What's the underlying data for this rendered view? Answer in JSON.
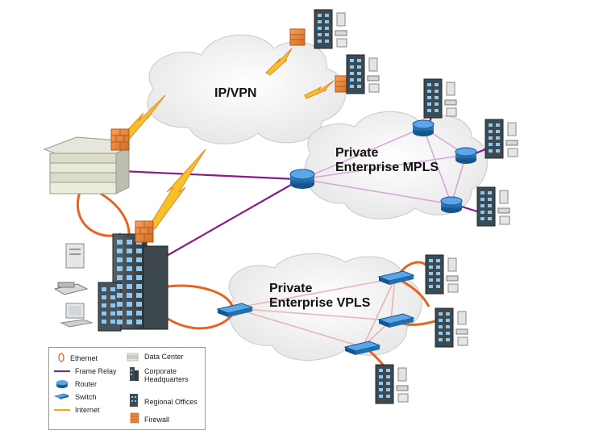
{
  "clouds": {
    "ipvpn": "IP/VPN",
    "mpls_line1": "Private",
    "mpls_line2": "Enterprise MPLS",
    "vpls_line1": "Private",
    "vpls_line2": "Enterprise VPLS"
  },
  "legend": {
    "ethernet": "Ethernet",
    "frame_relay": "Frame Relay",
    "router": "Router",
    "switch": "Switch",
    "internet": "Internet",
    "data_center": "Data Center",
    "corporate_hq_line1": "Corporate",
    "corporate_hq_line2": "Headquarters",
    "regional_offices": "Regional Offices",
    "firewall": "Firewall"
  },
  "colors": {
    "ethernet": "#e8641e",
    "frame_relay": "#8b1a8b",
    "mesh_mpls": "#d7a8d7",
    "mesh_vpls": "#e8b4b4",
    "internet": "#f5a623",
    "router": "#1f6fb3",
    "firewall": "#e8853a",
    "cloud_fill": "#f2f2f2",
    "building": "#3c4a52"
  }
}
